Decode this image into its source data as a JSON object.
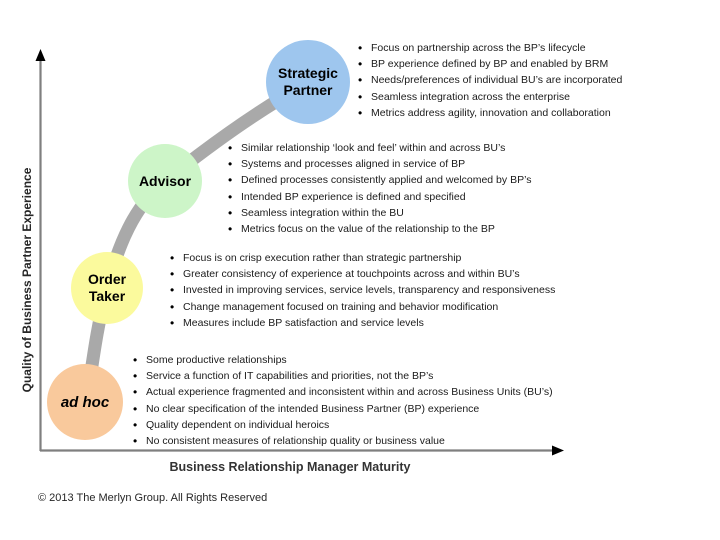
{
  "axes": {
    "y_label": "Quality of Business Partner Experience",
    "x_label": "Business Relationship Manager Maturity"
  },
  "footer": {
    "copyright": "© 2013 The Merlyn Group. All Rights Reserved"
  },
  "colors": {
    "curve": "#a9a9a9",
    "axis_line": "#7f7f7f",
    "arrow": "#000000",
    "ad_hoc": "#f9c99c",
    "order_taker": "#fbfa9d",
    "advisor": "#cdf5c8",
    "strategic_partner": "#9ec6ee"
  },
  "stages": [
    {
      "id": "ad-hoc",
      "label": "ad hoc",
      "color": "#f9c99c",
      "bullets": [
        "Some productive relationships",
        "Service a function of IT capabilities and priorities, not the BP’s",
        "Actual experience fragmented and inconsistent within and across Business Units (BU’s)",
        "No clear specification of the intended Business Partner (BP) experience",
        "Quality dependent on individual heroics",
        "No consistent measures of relationship quality or business value"
      ]
    },
    {
      "id": "order-taker",
      "label": "Order\nTaker",
      "color": "#fbfa9d",
      "bullets": [
        "Focus is on crisp execution rather than strategic partnership",
        "Greater consistency of experience at touchpoints across and within BU’s",
        "Invested in improving services, service levels, transparency and responsiveness",
        "Change management focused on training and behavior modification",
        "Measures include BP satisfaction and service levels"
      ]
    },
    {
      "id": "advisor",
      "label": "Advisor",
      "color": "#cdf5c8",
      "bullets": [
        "Similar relationship ‘look and feel’ within and across BU’s",
        "Systems and processes aligned in service of BP",
        "Defined processes consistently applied and welcomed by BP’s",
        "Intended BP experience is defined and specified",
        "Seamless integration within the BU",
        "Metrics focus on the value of the relationship to the BP"
      ]
    },
    {
      "id": "strategic-partner",
      "label": "Strategic\nPartner",
      "color": "#9ec6ee",
      "bullets": [
        "Focus on partnership across the BP’s lifecycle",
        "BP experience defined by BP and enabled by BRM",
        "Needs/preferences of individual BU’s are incorporated",
        "Seamless integration across the enterprise",
        "Metrics address agility, innovation and collaboration"
      ]
    }
  ]
}
